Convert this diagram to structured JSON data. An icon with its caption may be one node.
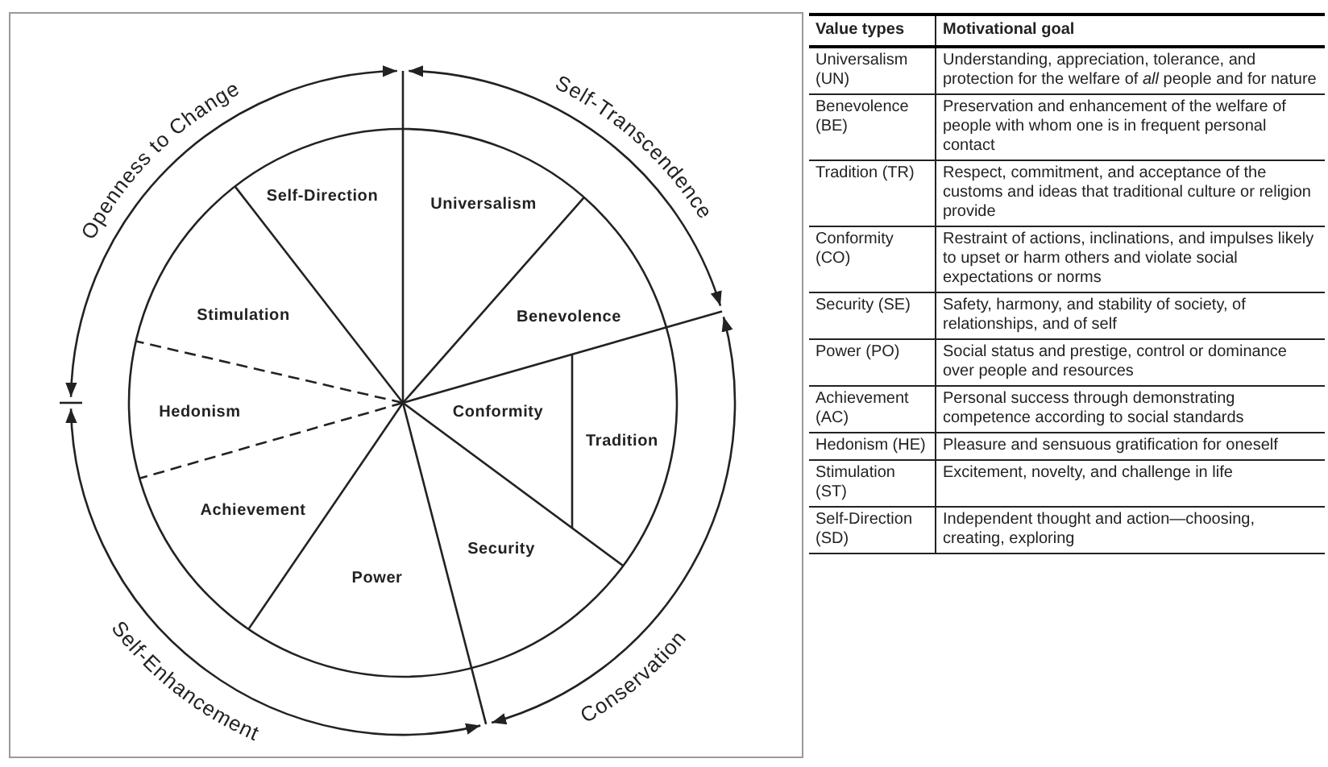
{
  "diagram": {
    "labels": [
      "Openness to Change",
      "Self-Transcendence",
      "Self-Direction",
      "Universalism",
      "Stimulation",
      "Benevolence",
      "Hedonism",
      "Conformity",
      "Tradition",
      "Achievement",
      "Security",
      "Power",
      "Self-Enhancement",
      "Conservation",
      "Value types",
      "Motivational goal",
      "Universalism (UN)",
      "Understanding, appreciation, tolerance, and protection for the welfare of *all* people and for nature",
      "Benevolence (BE)",
      "Preservation and enhancement of the welfare of people with whom one is in frequent personal contact",
      "Tradition (TR)",
      "Respect, commitment, and acceptance of the customs and ideas that traditional culture or religion provide",
      "Conformity (CO)",
      "Restraint of actions, inclinations, and impulses likely to upset or harm others and violate social expectations or norms",
      "Security (SE)",
      "Safety, harmony, and stability of society, of relationships, and of self",
      "Power (PO)",
      "Social status and prestige, control or dominance over people and resources",
      "Achievement (AC)",
      "Personal success through demonstrating competence according to social standards",
      "Hedonism (HE)",
      "Pleasure and sensuous gratification for oneself",
      "Stimulation (ST)",
      "Excitement, novelty, and challenge in life",
      "Self-Direction (SD)",
      "Independent thought and action—choosing, creating, exploring"
    ]
  }
}
